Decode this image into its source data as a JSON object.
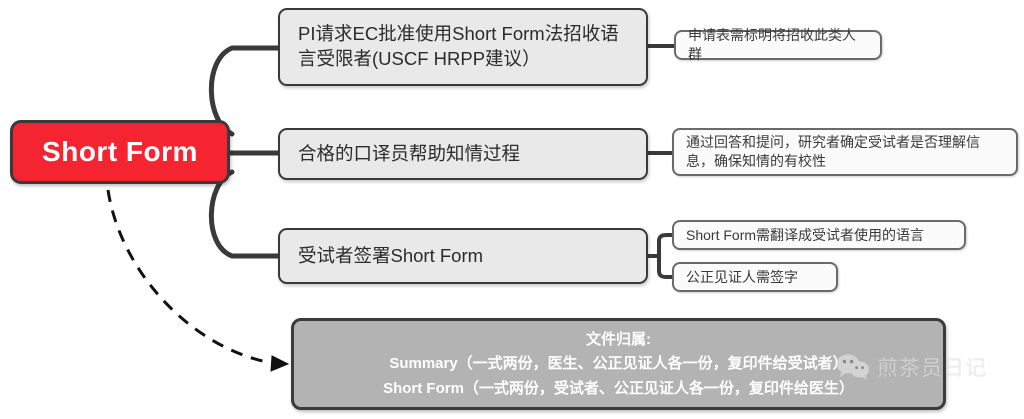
{
  "diagram": {
    "type": "mind-map",
    "root": {
      "label": "Short Form",
      "color": "#f42431",
      "text_color": "#ffffff",
      "border_color": "#3a3a3a"
    },
    "branches": [
      {
        "id": "branch-1",
        "label": "PI请求EC批准使用Short Form法招收语言受限者(USCF HRPP建议）",
        "children": [
          {
            "id": "branch-1-child-1",
            "label": "申请表需标明将招收此类人群"
          }
        ]
      },
      {
        "id": "branch-2",
        "label": "合格的口译员帮助知情过程",
        "children": [
          {
            "id": "branch-2-child-1",
            "label": "通过回答和提问，研究者确定受试者是否理解信息，确保知情的有校性"
          }
        ]
      },
      {
        "id": "branch-3",
        "label": "受试者签署Short Form",
        "children": [
          {
            "id": "branch-3-child-1",
            "label": "Short Form需翻译成受试者使用的语言"
          },
          {
            "id": "branch-3-child-2",
            "label": "公正见证人需签字"
          }
        ]
      }
    ],
    "summary": {
      "title": "文件归属:",
      "lines": [
        "Summary（一式两份，医生、公正见证人各一份，复印件给受试者）",
        "Short Form（一式两份，受试者、公正见证人各一份，复印件给医生）"
      ],
      "fill": "#b3b3b3",
      "text_color": "#ffffff"
    },
    "connector_color": "#3a3a3a",
    "dashed_connector": {
      "from": "root",
      "to": "summary",
      "style": "dashed-arrow"
    }
  },
  "watermark": {
    "text": "煎茶员日记",
    "icon": "wechat-icon"
  }
}
